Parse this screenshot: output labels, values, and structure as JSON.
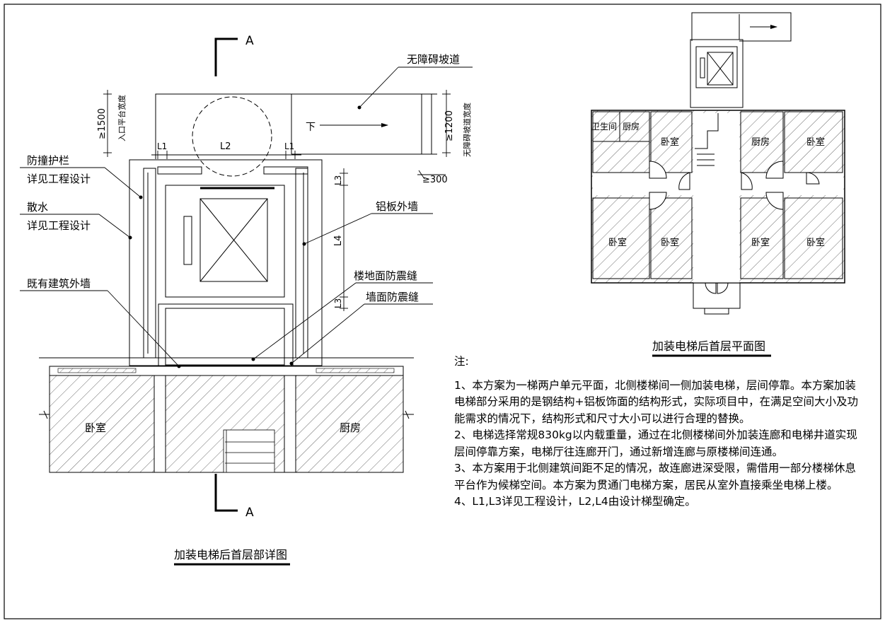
{
  "detail": {
    "section_mark": "A",
    "ramp": "无障碍坡道",
    "down": "下",
    "entry_dim": "≥1500",
    "entry_label": "入口平台宽度",
    "ramp_dim": "≥1200",
    "ramp_width_label": "无障碍坡道宽度",
    "l1": "L1",
    "l2": "L2",
    "l3": "L3",
    "l4": "L4",
    "gap_dim": "≥300",
    "rail": "防撞护栏",
    "rail_detail": "详见工程设计",
    "apron": "散水",
    "apron_detail": "详见工程设计",
    "alu_wall": "铝板外墙",
    "floor_joint": "楼地面防震缝",
    "wall_joint": "墙面防震缝",
    "exist_wall": "既有建筑外墙",
    "bedroom": "卧室",
    "kitchen": "厨房",
    "title": "加装电梯后首层部详图"
  },
  "plan": {
    "room_wc": "卫生间",
    "room_kitchen_small": "厨房",
    "bedroom": "卧室",
    "kitchen": "厨房",
    "title": "加装电梯后首层平面图"
  },
  "notes": {
    "heading": "注:",
    "items": [
      "1、本方案为一梯两户单元平面，北侧楼梯间一侧加装电梯，层间停靠。本方案加装电梯部分采用的是钢结构+铝板饰面的结构形式，实际项目中，在满足空间大小及功能需求的情况下，结构形式和尺寸大小可以进行合理的替换。",
      "2、电梯选择常规830kg以内载重量，通过在北侧楼梯间外加装连廊和电梯井道实现层间停靠方案，电梯厅往连廊开门，通过新增连廊与原楼梯间连通。",
      "3、本方案用于北侧建筑间距不足的情况，故连廊进深受限，需借用一部分楼梯休息平台作为候梯空间。本方案为贯通门电梯方案，居民从室外直接乘坐电梯上楼。",
      "4、L1,L3详见工程设计，L2,L4由设计梯型确定。"
    ]
  }
}
